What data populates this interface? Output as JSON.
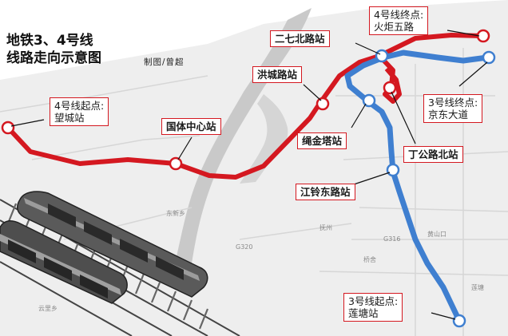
{
  "map": {
    "title_line1": "地铁3、4号线",
    "title_line2": "线路走向示意图",
    "credit": "制图/曾超",
    "colors": {
      "line3": "#3f7fd0",
      "line4": "#d41820",
      "river": "#c9c9c9",
      "land": "#eeeeee"
    },
    "callouts": {
      "line4_start": {
        "line1": "4号线起点:",
        "line2": "望城站"
      },
      "line4_end": {
        "line1": "4号线终点:",
        "line2": "火炬五路"
      },
      "line3_start": {
        "line1": "3号线起点:",
        "line2": "莲塘站"
      },
      "line3_end": {
        "line1": "3号线终点:",
        "line2": "京东大道"
      },
      "sports_center": "国体中心站",
      "hongcheng": "洪城路站",
      "erqi_north": "二七北路站",
      "shengjinta": "绳金塔站",
      "dinggong_north": "丁公路北站",
      "jiangling_east": "江铃东路站"
    },
    "base_labels": {
      "dongxin": "东新乡",
      "yunqianxiang": "云里乡",
      "qiaoshe": "桥舍",
      "fuzhou": "抚州",
      "huangshankou": "黄山口",
      "liantang": "莲塘",
      "road_g316": "G316",
      "road_g320": "G320"
    }
  }
}
